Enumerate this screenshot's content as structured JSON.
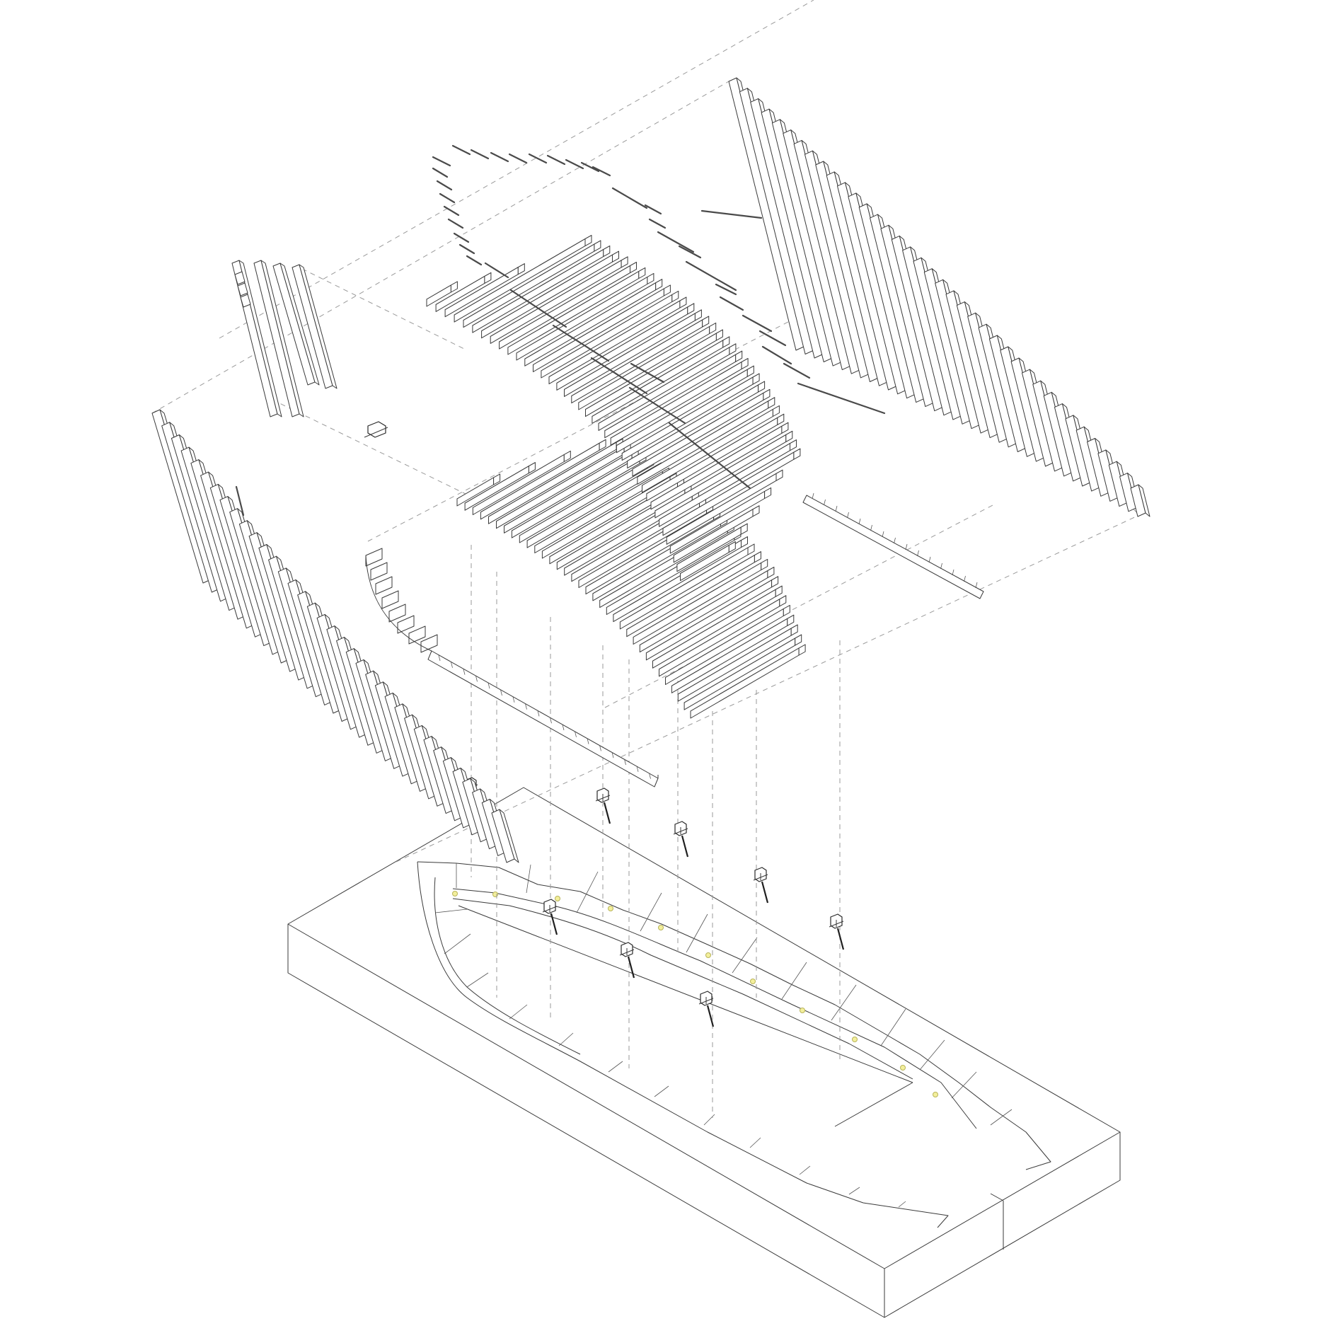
{
  "figure": {
    "kind": "exploded axonometric drawing",
    "colors": {
      "line": "#3a3a3a",
      "dash": "#9a9a9a",
      "lamp": "#f3ef9c",
      "background": "#ffffff"
    },
    "components": [
      "base-plinth",
      "curved-concrete-bench-edge",
      "embedded-lights",
      "anchor-brackets",
      "lower-slat-deck",
      "upper-slat-deck",
      "steel-rail-left",
      "steel-rail-right",
      "left-vertical-slat-wall",
      "right-vertical-slat-wall",
      "top-rod-layer",
      "corner-post-cluster"
    ],
    "lamp_count": 11,
    "anchor_count": 8
  }
}
